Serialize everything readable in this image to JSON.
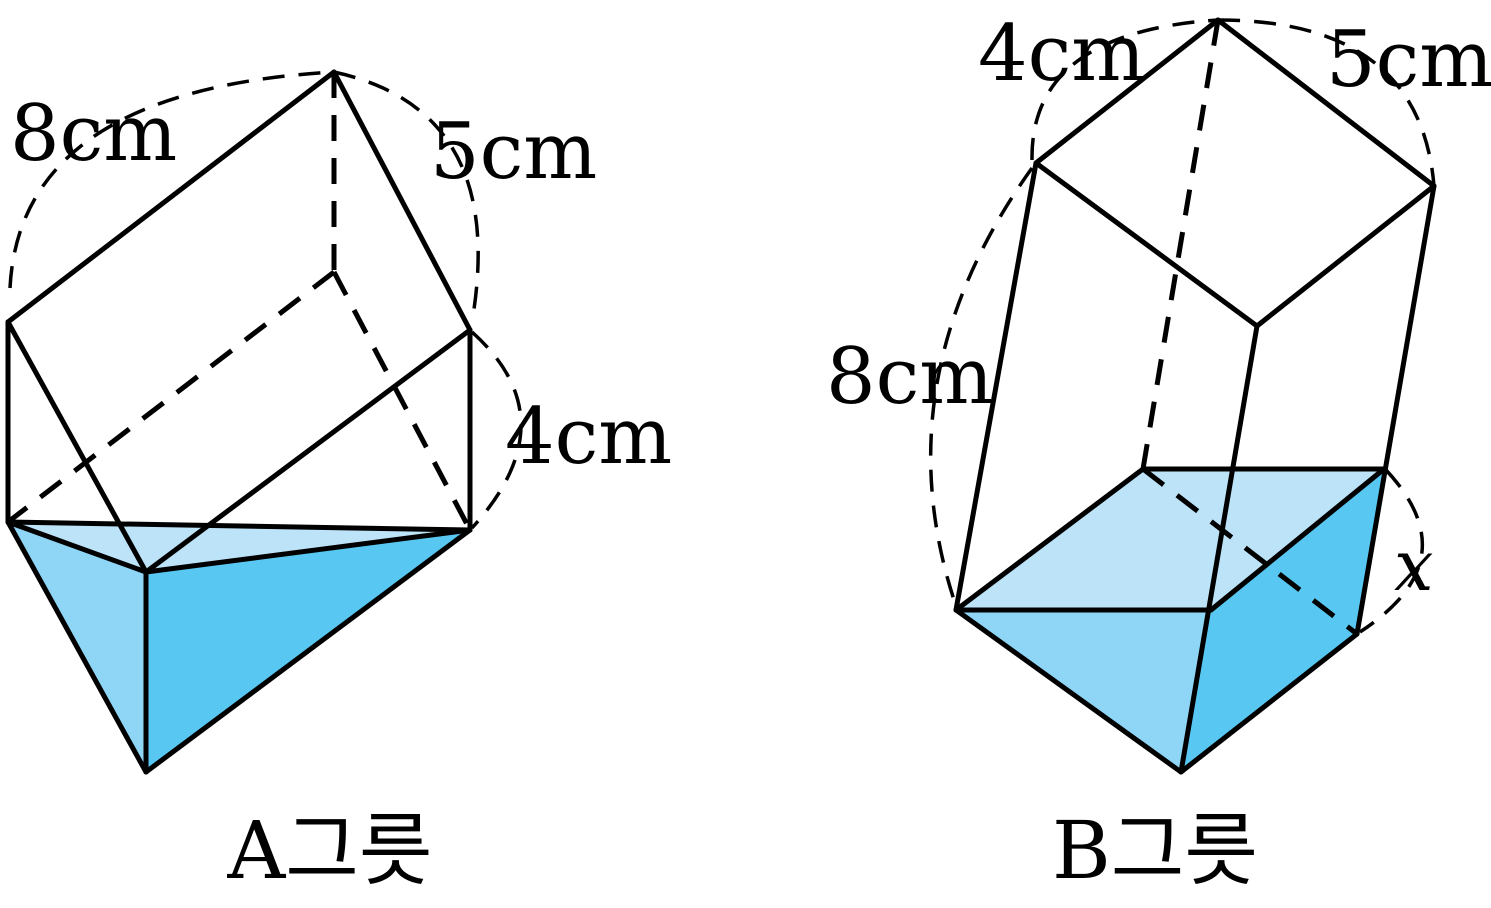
{
  "colors": {
    "water_light": "#bde3f8",
    "water_mid": "#8fd5f6",
    "water_dark": "#58c8f3",
    "stroke": "#000000"
  },
  "container_a": {
    "caption": "A그릇",
    "length_label": "8cm",
    "width_label": "5cm",
    "height_label": "4cm"
  },
  "container_b": {
    "caption": "B그릇",
    "width_label": "4cm",
    "depth_label": "5cm",
    "height_label": "8cm",
    "water_height_label": "x"
  }
}
